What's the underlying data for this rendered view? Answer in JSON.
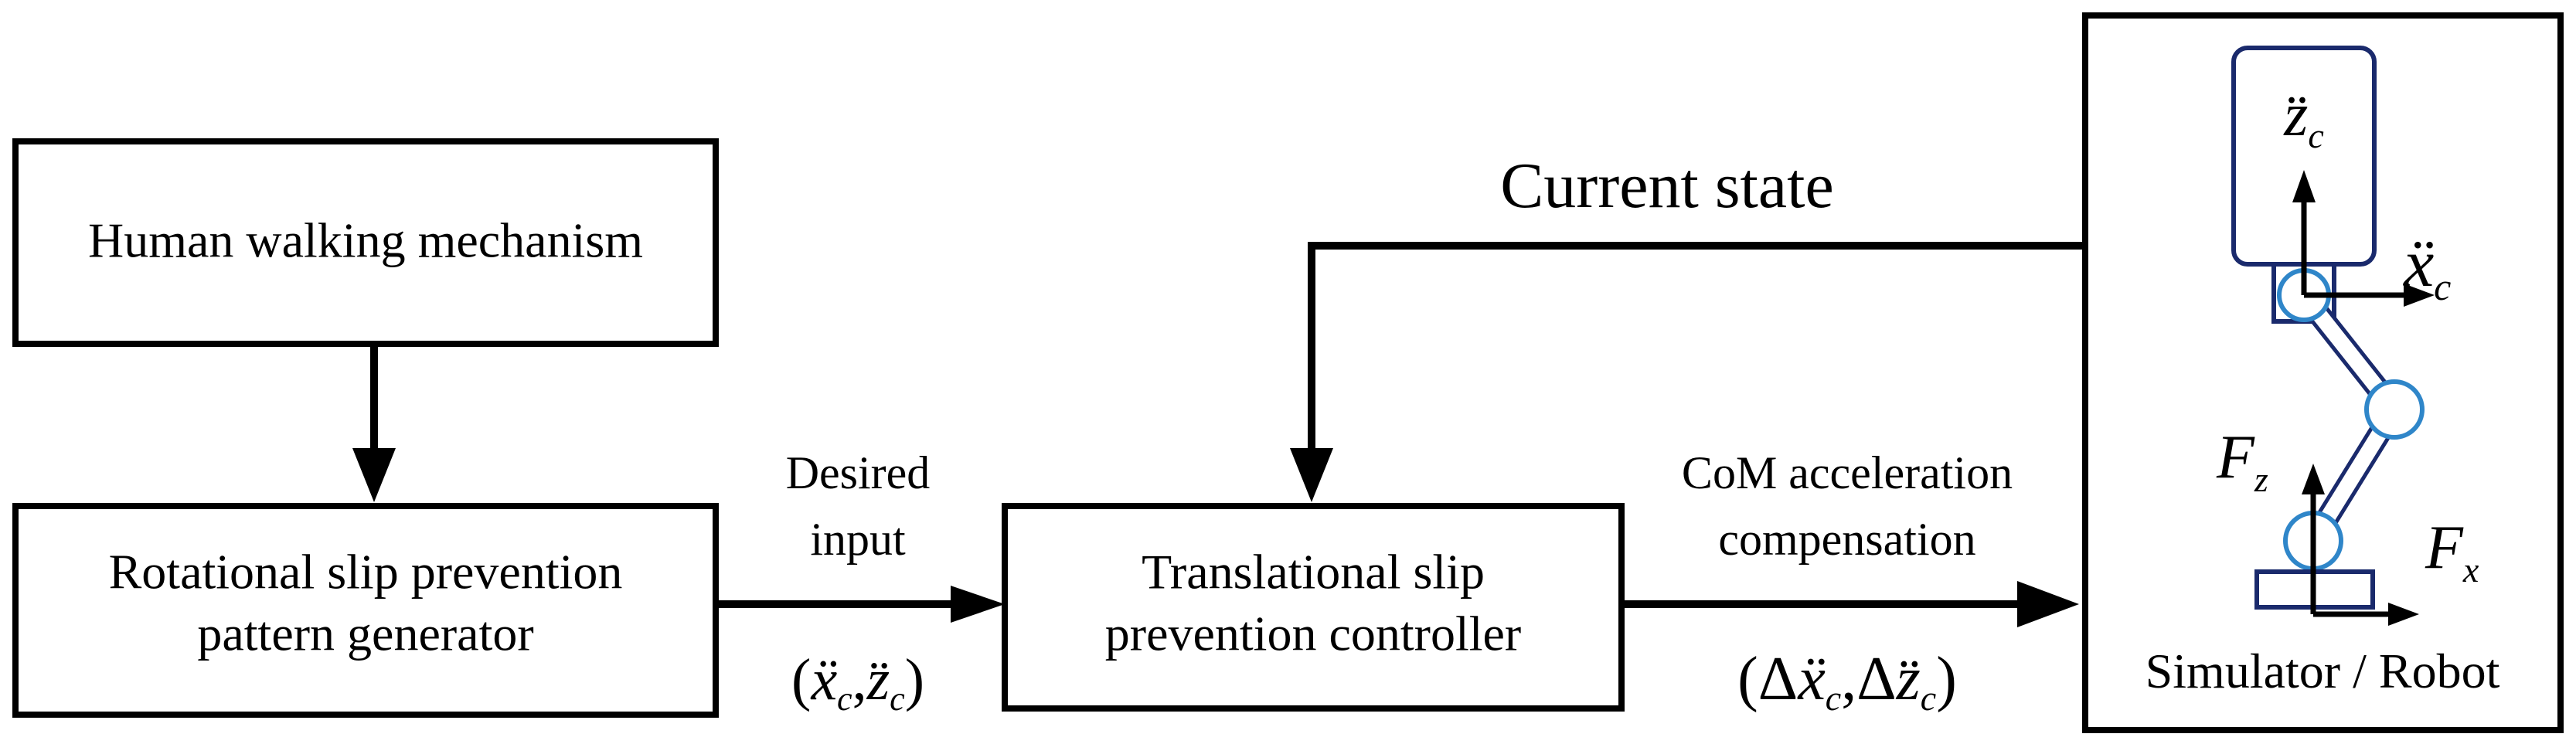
{
  "blocks": {
    "human": "Human walking mechanism",
    "rotational_line1": "Rotational slip prevention",
    "rotational_line2": "pattern generator",
    "translational_line1": "Translational slip",
    "translational_line2": "prevention controller"
  },
  "signals": {
    "desired_line1": "Desired",
    "desired_line2": "input",
    "desired_tuple_x": "ẍ",
    "desired_tuple_z": "z̈",
    "desired_tuple_sub": "c",
    "com_line1": "CoM acceleration",
    "com_line2": "compensation",
    "com_delta": "Δ",
    "current_state": "Current state"
  },
  "robot": {
    "caption": "Simulator / Robot",
    "acc_z": "z̈",
    "acc_x": "ẍ",
    "acc_sub": "c",
    "force_z": "F",
    "force_z_sub": "z",
    "force_x": "F",
    "force_x_sub": "x"
  },
  "colors": {
    "robot_outline": "#1a2a6c",
    "joint_fill": "#2f86c9"
  }
}
